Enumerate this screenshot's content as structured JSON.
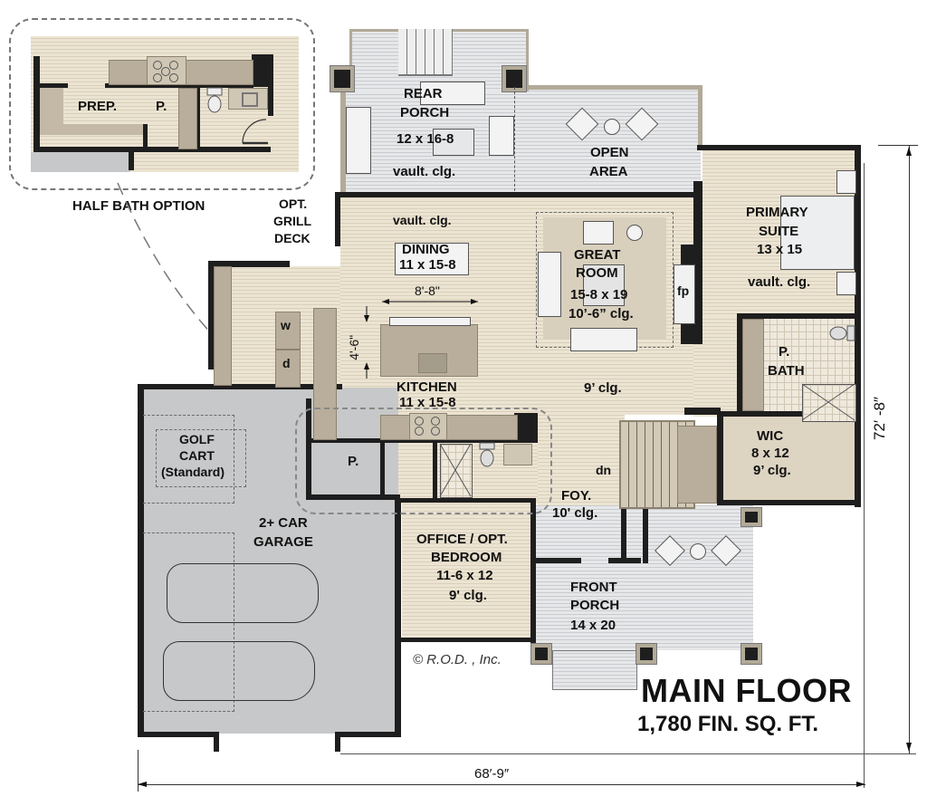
{
  "plan": {
    "title": "MAIN FLOOR",
    "area": "1,780 FIN. SQ. FT.",
    "copyright": "© R.O.D. , Inc.",
    "width_dim": "68′-9″",
    "depth_dim": "72′ -8″"
  },
  "inset": {
    "caption": "HALF BATH OPTION",
    "rooms": [
      {
        "name": "PREP."
      },
      {
        "name": "P."
      }
    ]
  },
  "rooms": {
    "rear_porch": {
      "name_line1": "REAR",
      "name_line2": "PORCH",
      "size": "12 x 16-8",
      "ceiling": "vault. clg."
    },
    "open_area": {
      "name_line1": "OPEN",
      "name_line2": "AREA"
    },
    "grill_deck": {
      "name_line1": "OPT.",
      "name_line2": "GRILL",
      "name_line3": "DECK"
    },
    "dining": {
      "ceiling": "vault. clg.",
      "name": "DINING",
      "size": "11 x 15-8",
      "dim_width": "8'-8\""
    },
    "kitchen": {
      "name": "KITCHEN",
      "size": "11 x 15-8",
      "dim_clearance": "4'-6\""
    },
    "great_room": {
      "name_line1": "GREAT",
      "name_line2": "ROOM",
      "size": "15-8 x 19",
      "ceiling": "10’-6” clg.",
      "ceiling2": "9’ clg.",
      "fireplace": "fp"
    },
    "primary_suite": {
      "name_line1": "PRIMARY",
      "name_line2": "SUITE",
      "size": "13 x 15",
      "ceiling": "vault. clg."
    },
    "primary_bath": {
      "name_line1": "P.",
      "name_line2": "BATH"
    },
    "wic": {
      "name": "WIC",
      "size": "8 x 12",
      "ceiling": "9’ clg."
    },
    "laundry": {
      "washer": "w",
      "dryer": "d"
    },
    "golf_cart": {
      "name_line1": "GOLF",
      "name_line2": "CART",
      "name_line3": "(Standard)"
    },
    "garage": {
      "name_line1": "2+ CAR",
      "name_line2": "GARAGE"
    },
    "pantry": {
      "name": "P."
    },
    "foyer": {
      "name": "FOY.",
      "ceiling": "10' clg.",
      "stair": "dn"
    },
    "office": {
      "name_line1": "OFFICE / OPT.",
      "name_line2": "BEDROOM",
      "size": "11-6 x 12",
      "ceiling": "9' clg."
    },
    "front_porch": {
      "name_line1": "FRONT",
      "name_line2": "PORCH",
      "size": "14 x 20"
    }
  },
  "colors": {
    "wall": "#1e1e1e",
    "floor_wood": "#ece4d2",
    "deck": "#e6e7e9",
    "garage": "#c7c8c9",
    "cabinet": "#b9ae9b"
  }
}
